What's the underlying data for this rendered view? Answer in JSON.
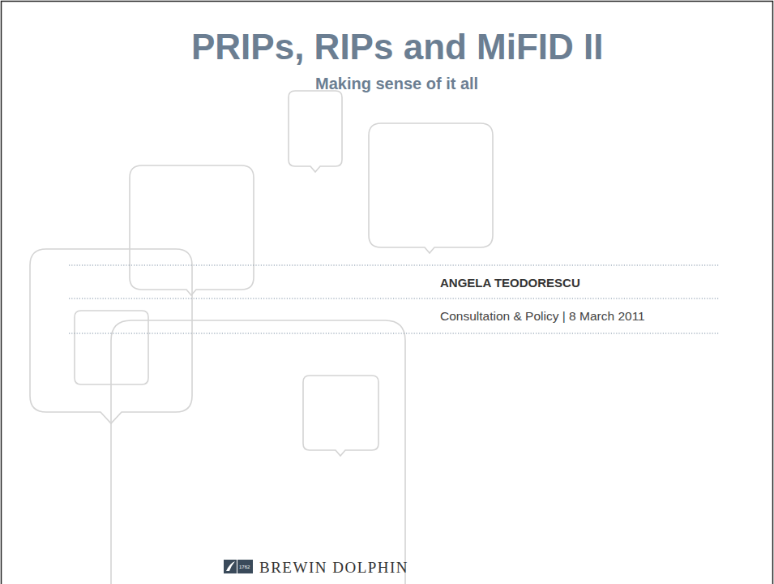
{
  "diagram": {
    "title": "PRIPs, RIPs and MiFID II",
    "labels": [
      "Making sense of it all",
      "ANGELA TEODORESCU",
      "Consultation & Policy | 8 March 2011",
      "1762",
      "BREWIN DOLPHIN"
    ]
  }
}
